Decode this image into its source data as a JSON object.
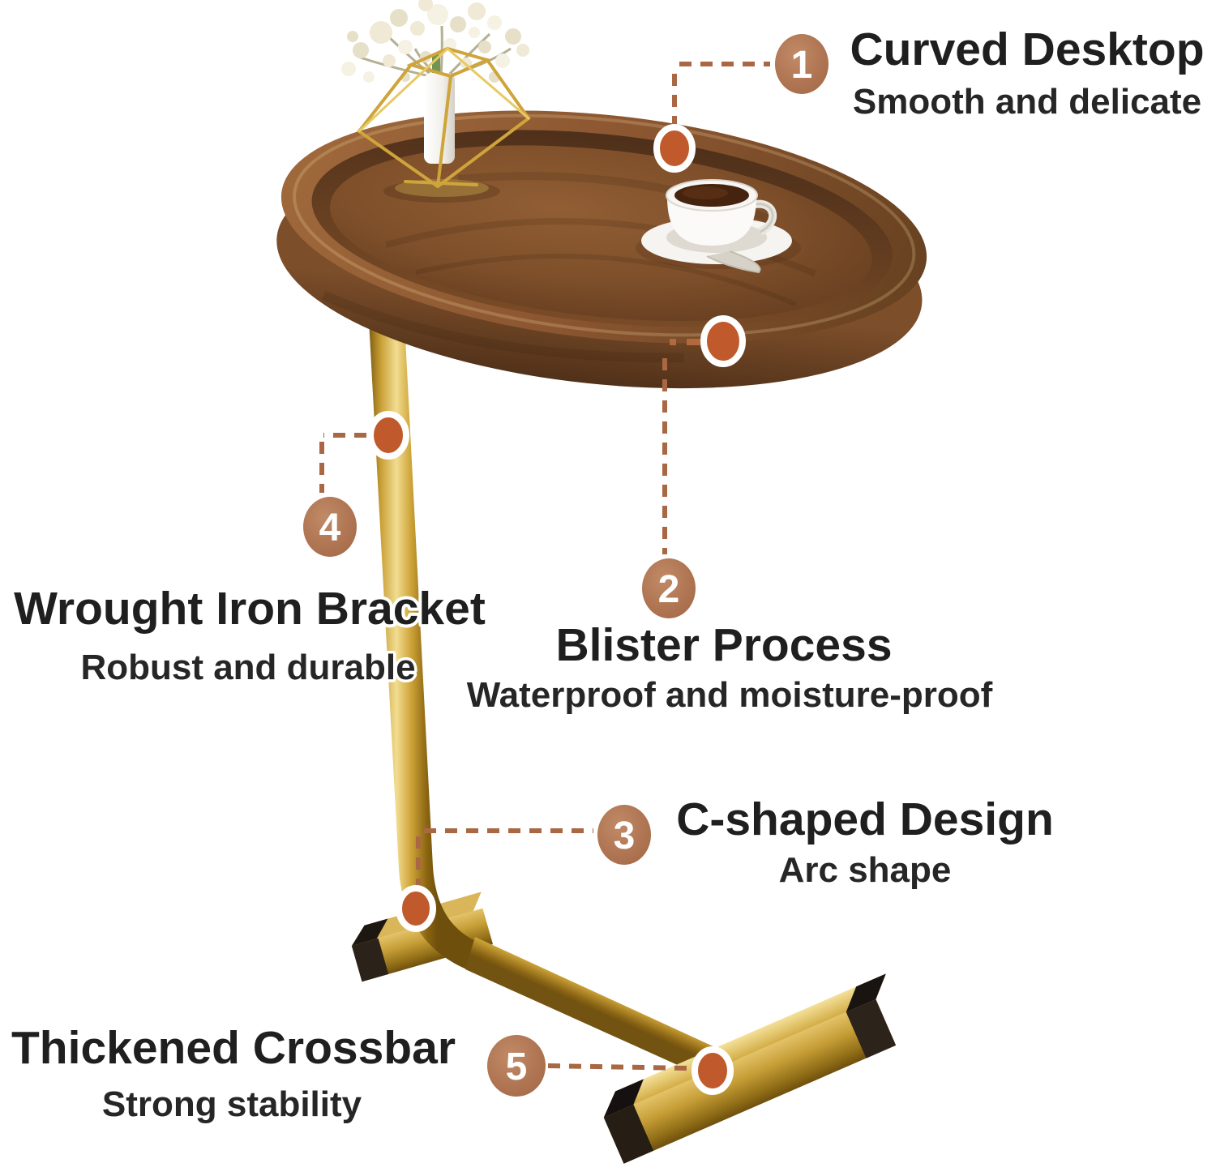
{
  "figure": {
    "kind": "product-callout-diagram",
    "subject": "c-shaped-side-table",
    "background": "#ffffff"
  },
  "callouts": [
    {
      "number": "1",
      "title": "Curved Desktop",
      "subtitle": "Smooth and delicate"
    },
    {
      "number": "2",
      "title": "Blister Process",
      "subtitle": "Waterproof and moisture-proof"
    },
    {
      "number": "3",
      "title": "C-shaped Design",
      "subtitle": "Arc shape"
    },
    {
      "number": "4",
      "title": "Wrought Iron Bracket",
      "subtitle": "Robust and durable"
    },
    {
      "number": "5",
      "title": "Thickened Crossbar",
      "subtitle": "Strong stability"
    }
  ],
  "icons": {
    "marker": "callout-dot",
    "badge": "numbered-circle-badge",
    "connector": "dashed-leader-line"
  },
  "colors": {
    "badge": "#ae6f4d",
    "marker_dot": "#c0592b",
    "dashed_line": "#a96843",
    "text": "#1f1f1f",
    "wood_top": "#8a5731",
    "wood_side": "#6b4223",
    "gold_frame": "#c59a33",
    "background": "#ffffff"
  }
}
